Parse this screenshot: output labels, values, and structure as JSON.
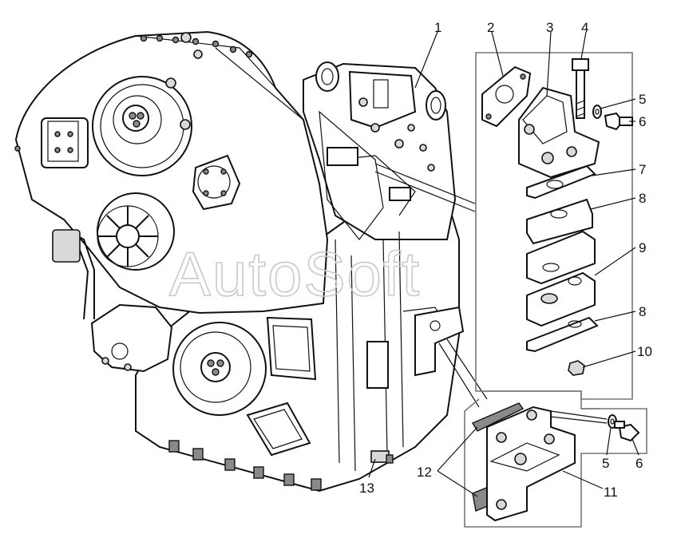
{
  "watermark": "AutoSoft",
  "callouts": {
    "c1": "1",
    "c2": "2",
    "c3": "3",
    "c4": "4",
    "c5a": "5",
    "c6a": "6",
    "c7": "7",
    "c8a": "8",
    "c9": "9",
    "c8b": "8",
    "c10": "10",
    "c12": "12",
    "c13": "13",
    "c5b": "5",
    "c6b": "6",
    "c11": "11"
  }
}
